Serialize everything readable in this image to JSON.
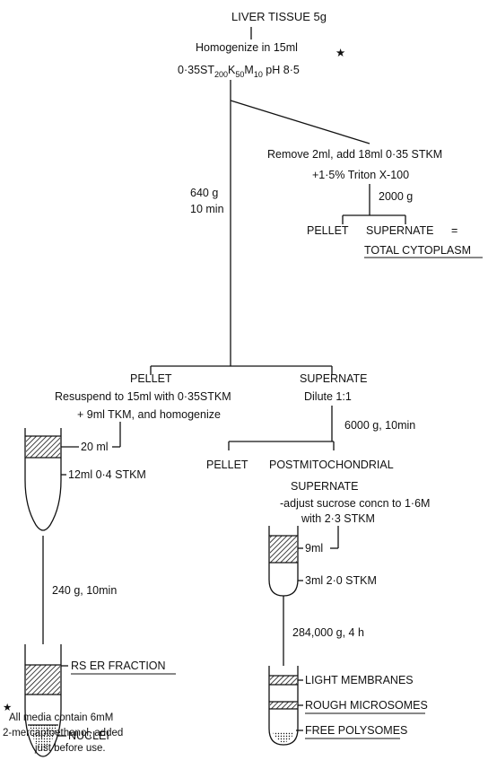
{
  "header": {
    "title": "LIVER TISSUE  5g",
    "step1_line1": "Homogenize in 15ml",
    "buffer": {
      "base": "0·35ST",
      "s1": "200",
      "k": "K",
      "s2": "50",
      "m": "M",
      "s3": "10",
      "ph": " pH 8·5"
    },
    "star": "★"
  },
  "total_branch": {
    "line1": "Remove 2ml, add 18ml 0·35 STKM",
    "line2": "+1·5% Triton X-100",
    "spin": "2000 g",
    "pellet": "PELLET",
    "supernate": "SUPERNATE",
    "equals": "=",
    "result": "TOTAL CYTOPLASM"
  },
  "main_spin": {
    "line1": "640 g",
    "line2": "10 min"
  },
  "left_branch": {
    "pellet": "PELLET",
    "line1": "Resuspend to 15ml with 0·35STKM",
    "line2": "+ 9ml TKM, and homogenize",
    "upper_layer": "20 ml",
    "lower_layer": "12ml 0·4 STKM",
    "spin": "240 g, 10min",
    "fraction": "RS ER FRACTION",
    "nuclei": "NUCLEI"
  },
  "right_branch": {
    "supernate": "SUPERNATE",
    "dilute": "Dilute 1:1",
    "spin1": "6000 g, 10min",
    "pellet": "PELLET",
    "pms1": "POSTMITOCHONDRIAL",
    "pms2": "SUPERNATE",
    "adjust1": "-adjust sucrose concn to 1·6M",
    "adjust2": "with 2·3 STKM",
    "upper_layer": "9ml",
    "lower_layer": "3ml  2·0 STKM",
    "spin2": "284,000 g, 4 h",
    "light": "LIGHT MEMBRANES",
    "rough": "ROUGH MICROSOMES",
    "free": "FREE POLYSOMES"
  },
  "footnote": {
    "star": "★",
    "line1": "All media contain 6mM",
    "line2": "2-mercaptoethanol, added",
    "line3": "just before use."
  }
}
